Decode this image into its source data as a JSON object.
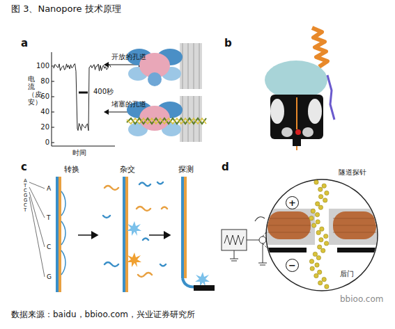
{
  "diagram": {
    "title": "图 3、Nanopore 技术原理",
    "caption": "数据来源：baidu，bbioo.com，兴业证券研究所",
    "nodes": [
      {
        "text": [
          "+"
        ]
      },
      {
        "text": [
          "−"
        ]
      }
    ],
    "labels": [
      "a",
      "b",
      "c",
      "d",
      "100",
      "80",
      "60",
      "40",
      "20",
      "0",
      "电流（皮安）",
      "时间",
      "400秒",
      "开放的孔道",
      "堵塞的孔道",
      "转换",
      "杂交",
      "探测",
      "A",
      "T",
      "C",
      "G",
      "G",
      "C",
      "T",
      "A",
      "T",
      "C",
      "G",
      "隧道探针",
      "后门",
      "bbioo.com"
    ]
  }
}
